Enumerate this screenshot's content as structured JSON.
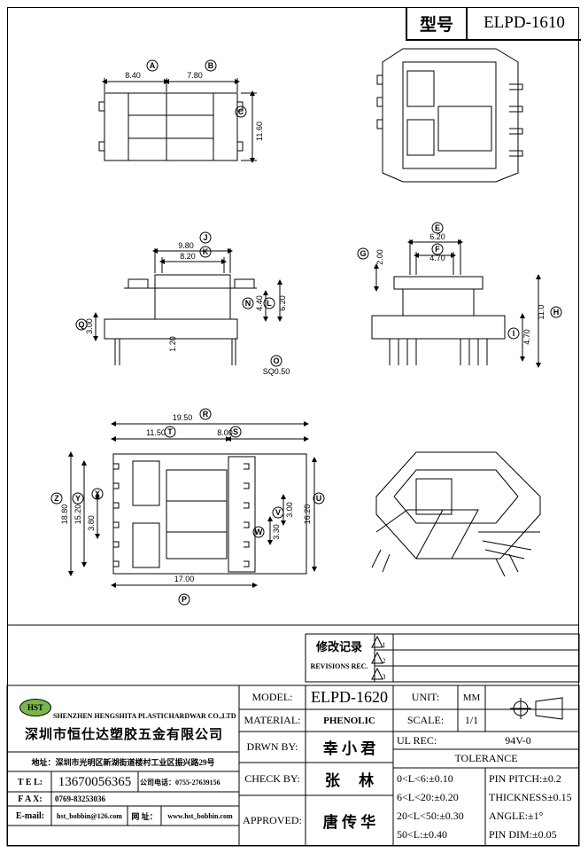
{
  "title_block": {
    "type_label": "型号",
    "type_value": "ELPD-1610"
  },
  "dims": {
    "A": "8.40",
    "B": "7.80",
    "C": "11.60",
    "J": "9.80",
    "K": "8.20",
    "N": "4.40",
    "L": "6.20",
    "Q": "3.00",
    "Yv": "1.20",
    "O": "SQ0.50",
    "E": "6.20",
    "F": "4.70",
    "G": "2.00",
    "H": "11.0",
    "I": "4.70",
    "R": "19.50",
    "T": "11.50",
    "S": "8.00",
    "Z": "18.80",
    "Y": "15.20",
    "X": "3.80",
    "V": "3.00",
    "W": "3.30",
    "U": "16.20",
    "P": "17.00"
  },
  "letters": [
    "A",
    "B",
    "C",
    "J",
    "K",
    "N",
    "L",
    "Q",
    "O",
    "E",
    "F",
    "G",
    "H",
    "I",
    "R",
    "T",
    "S",
    "Z",
    "Y",
    "X",
    "V",
    "W",
    "U",
    "P"
  ],
  "revision": {
    "label_cn": "修改记录",
    "label_en": "REVISIONS REC.",
    "marks": [
      "1",
      "2",
      "3"
    ]
  },
  "company": {
    "logo": "HST",
    "name_en": "SHENZHEN HENGSHITA PLASTICHARDWAR CO.,LTD",
    "name_cn": "深圳市恒仕达塑胶五金有限公司",
    "address": "地址：深圳市光明区新湖街道楼村工业区振兴路29号",
    "tel_label": "T E L:",
    "tel": "13670056365",
    "company_tel_label": "公司电话：",
    "company_tel": "0755-27639156",
    "fax_label": "F A X:",
    "fax": "0769-83253036",
    "email_label": "E-mail:",
    "email": "hst_bobbin@126.com",
    "web_label": "网 址：",
    "web": "www.hst_bobbin.com"
  },
  "spec": {
    "model_label": "MODEL:",
    "model": "ELPD-1620",
    "material_label": "MATERIAL:",
    "material": "PHENOLIC",
    "drawn_label": "DRWN BY:",
    "drawn": "幸 小 君",
    "check_label": "CHECK BY:",
    "check": "张　 林",
    "approved_label": "APPROVED:",
    "approved": "唐 传 华",
    "unit_label": "UNIT:",
    "unit": "MM",
    "scale_label": "SCALE:",
    "scale": "1/1",
    "ul_label": "UL REC:",
    "ul": "94V-0",
    "tolerance_label": "TOLERANCE",
    "tol": [
      "0<L<6:±0.10",
      "6<L<20:±0.20",
      "20<L<50:±0.30",
      "50<L:±0.40"
    ],
    "pin": [
      "PIN PITCH:±0.2",
      "THICKNESS±0.15",
      "ANGLE:±1°",
      "PIN DIM:±0.05"
    ]
  }
}
